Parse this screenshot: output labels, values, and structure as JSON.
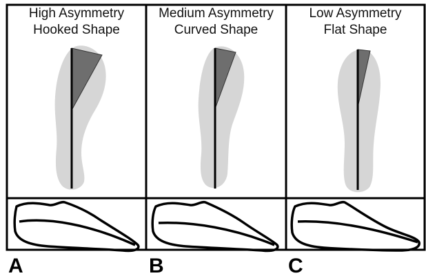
{
  "columns": [
    {
      "title_line1": "High Asymmetry",
      "title_line2": "Hooked Shape",
      "letter": "A"
    },
    {
      "title_line1": "Medium Asymmetry",
      "title_line2": "Curved Shape",
      "letter": "B"
    },
    {
      "title_line1": "Low Asymmetry",
      "title_line2": "Flat Shape",
      "letter": "C"
    }
  ],
  "colors": {
    "sole": "#d6d6d6",
    "wedge": "#6e6e6e",
    "axis": "#000000",
    "grid": "#000000"
  }
}
